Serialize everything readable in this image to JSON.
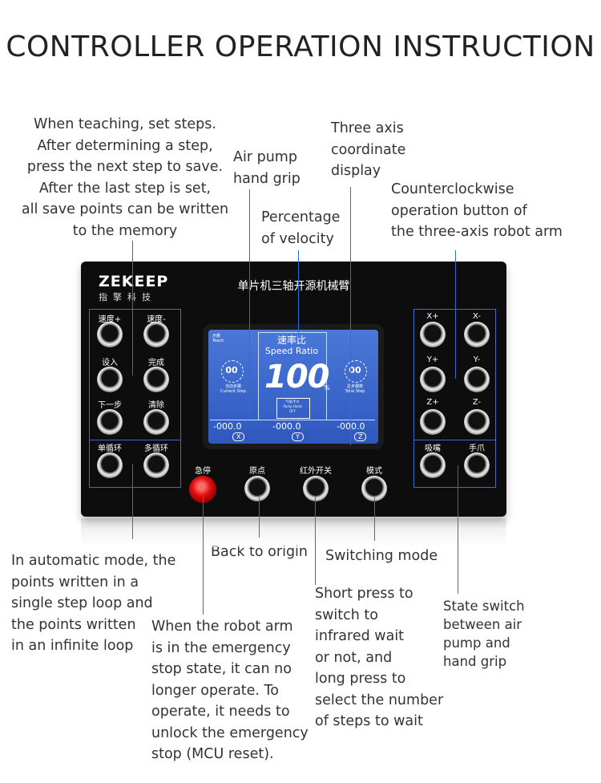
{
  "title": "CONTROLLER OPERATION INSTRUCTION",
  "notes": {
    "set_steps": "When teaching, set steps.\nAfter determining a step,\npress the next step to save.\nAfter the last step is set,\nall save points can be written\nto the memory",
    "air_pump": "Air pump\nhand grip",
    "three_axis": "Three axis\ncoordinate\ndisplay",
    "velocity": "Percentage\nof velocity",
    "counterclockwise": "Counterclockwise\noperation button of\nthe three-axis robot arm",
    "auto_mode": "In automatic mode, the\npoints written in a\nsingle step loop and\n the points written\nin an infinite loop",
    "back_origin": "Back to origin",
    "switching_mode": "Switching mode",
    "short_press": "Short press to\nswitch to\ninfrared wait\nor not, and\nlong press to\nselect the number\nof steps to wait",
    "state_switch": "State switch\nbetween air\npump and\nhand grip",
    "emergency": "When the robot arm\nis in the emergency\nstop state, it can no\nlonger operate. To\noperate, it needs to\nunlock the emergency\n stop (MCU reset)."
  },
  "panel": {
    "brand": "ZEKEEP",
    "brand_sub": "指擎科技",
    "board_title": "单片机三轴开源机械臂",
    "left_buttons": [
      "速度+",
      "速度-",
      "设入",
      "完成",
      "下一步",
      "清除",
      "单循环",
      "多循环"
    ],
    "right_buttons": [
      "X+",
      "X-",
      "Y+",
      "Y-",
      "Z+",
      "Z-",
      "吸嘴",
      "手爪"
    ],
    "bottom_buttons": [
      "急停",
      "原点",
      "红外开关",
      "模式"
    ],
    "lcd": {
      "teach": "示教\nTeach",
      "speed_ratio_cn": "速率比",
      "speed_ratio_en": "Speed Ratio",
      "value": "100",
      "unit": "%",
      "left_counter": "00",
      "left_label": "当前步骤\nCurrent Step",
      "right_counter": "00",
      "right_label": "总步骤数\nTotal Step",
      "pump_label": "气泵/手爪\nPump Hand\nOFF",
      "coords": [
        "-000.0",
        "-000.0",
        "-000.0"
      ],
      "axes": [
        "X",
        "Y",
        "Z"
      ]
    }
  }
}
